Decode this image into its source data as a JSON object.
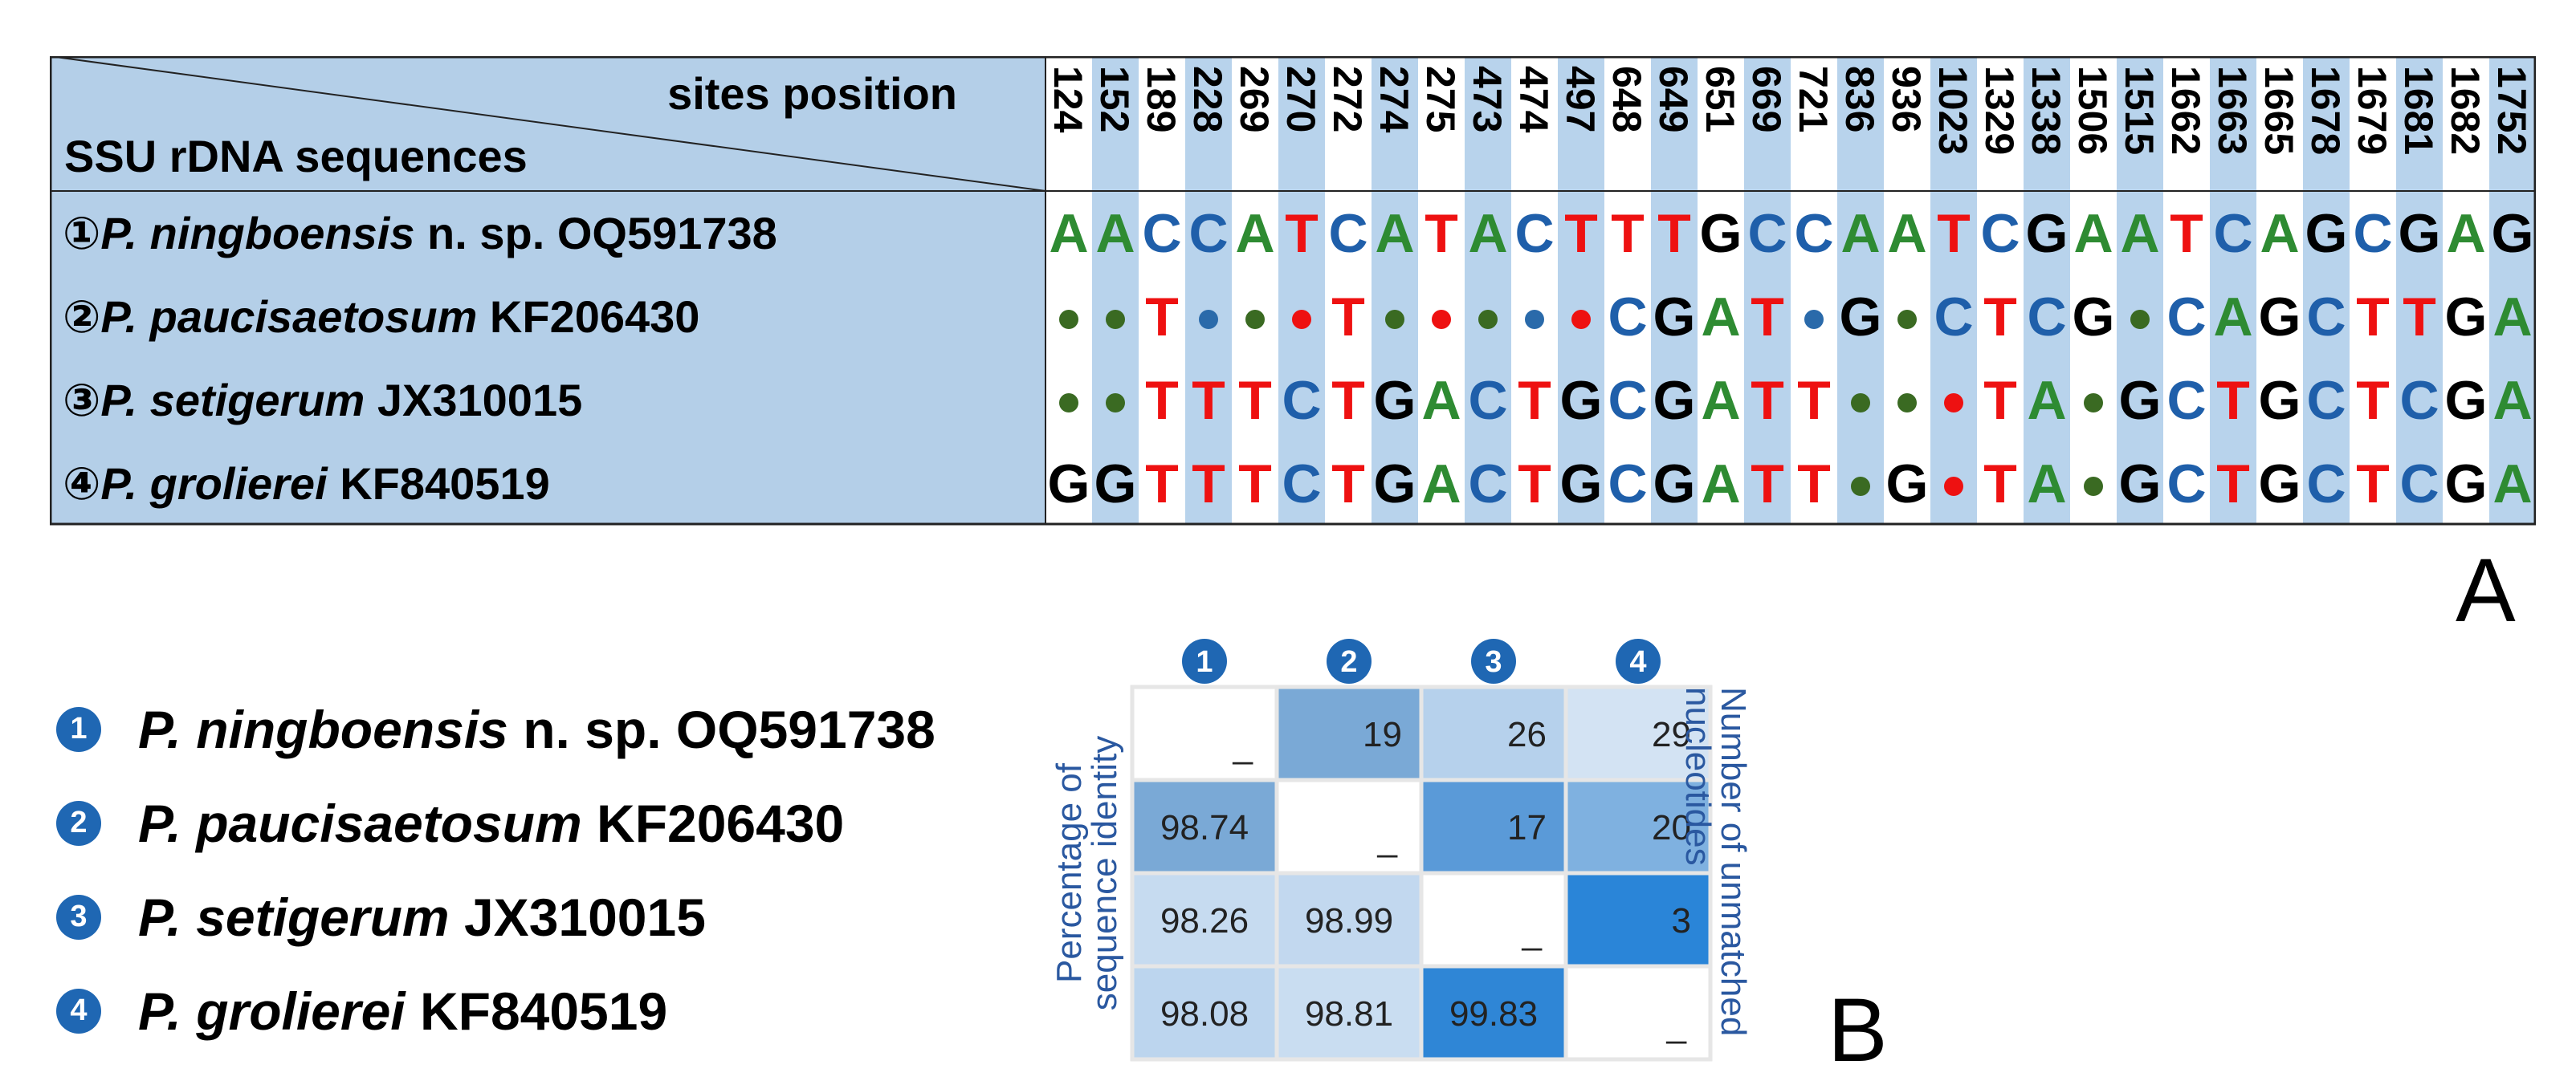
{
  "panel_a": {
    "letter": "A",
    "header_top": "sites position",
    "header_bottom": "SSU rDNA sequences",
    "positions": [
      "124",
      "152",
      "189",
      "228",
      "269",
      "270",
      "272",
      "274",
      "275",
      "473",
      "474",
      "497",
      "648",
      "649",
      "651",
      "669",
      "721",
      "836",
      "936",
      "1023",
      "1329",
      "1338",
      "1506",
      "1515",
      "1662",
      "1663",
      "1665",
      "1678",
      "1679",
      "1681",
      "1682",
      "1752"
    ],
    "rows": [
      {
        "num": "①",
        "species": "P. ningboensis",
        "suffix": " n. sp. OQ591738",
        "cells": [
          "A",
          "A",
          "C",
          "C",
          "A",
          "T",
          "C",
          "A",
          "T",
          "A",
          "C",
          "T",
          "T",
          "T",
          "G",
          "C",
          "C",
          "A",
          "A",
          "T",
          "C",
          "G",
          "A",
          "A",
          "T",
          "C",
          "A",
          "G",
          "C",
          "G",
          "A",
          "G"
        ]
      },
      {
        "num": "②",
        "species": "P. paucisaetosum",
        "suffix": "  KF206430",
        "cells": [
          "•g",
          "•g",
          "T",
          "•b",
          "•g",
          "•r",
          "T",
          "•g",
          "•r",
          "•g",
          "•b",
          "•r",
          "C",
          "G",
          "A",
          "T",
          "•b",
          "G",
          "•g",
          "C",
          "T",
          "C",
          "G",
          "•g",
          "C",
          "A",
          "G",
          "C",
          "T",
          "T",
          "G",
          "A"
        ]
      },
      {
        "num": "③",
        "species": "P. setigerum",
        "suffix": "  JX310015",
        "cells": [
          "•g",
          "•g",
          "T",
          "T",
          "T",
          "C",
          "T",
          "G",
          "A",
          "C",
          "T",
          "G",
          "C",
          "G",
          "A",
          "T",
          "T",
          "•g",
          "•g",
          "•r",
          "T",
          "A",
          "•g",
          "G",
          "C",
          "T",
          "G",
          "C",
          "T",
          "C",
          "G",
          "A"
        ]
      },
      {
        "num": "④",
        "species": "P. grolierei",
        "suffix": " KF840519",
        "cells": [
          "G",
          "G",
          "T",
          "T",
          "T",
          "C",
          "T",
          "G",
          "A",
          "C",
          "T",
          "G",
          "C",
          "G",
          "A",
          "T",
          "T",
          "•g",
          "G",
          "•r",
          "T",
          "A",
          "•g",
          "G",
          "C",
          "T",
          "G",
          "C",
          "T",
          "C",
          "G",
          "A"
        ]
      }
    ],
    "colors": {
      "A": "#2e8b32",
      "C": "#1f5faa",
      "G": "#000000",
      "T": "#ee1111",
      "dot_g": "#3a6a22",
      "dot_b": "#2a6aaa",
      "dot_r": "#ee1111",
      "header_bg": "#b4cfe8",
      "stripe": "#b8d3ec"
    }
  },
  "panel_b": {
    "letter": "B",
    "legend": [
      {
        "num": "1",
        "species": "P. ningboensis",
        "suffix": " n. sp. OQ591738"
      },
      {
        "num": "2",
        "species": "P. paucisaetosum",
        "suffix": "  KF206430"
      },
      {
        "num": "3",
        "species": "P. setigerum",
        "suffix": "  JX310015"
      },
      {
        "num": "4",
        "species": "P. grolierei",
        "suffix": "  KF840519"
      }
    ],
    "col_labels": [
      "1",
      "2",
      "3",
      "4"
    ],
    "left_label_line1": "Percentage of",
    "left_label_line2": "sequence identity",
    "right_label_line1": "Number of unmatched",
    "right_label_line2": "nucleotides",
    "matrix": [
      [
        "_",
        "19",
        "26",
        "29"
      ],
      [
        "98.74",
        "_",
        "17",
        "20"
      ],
      [
        "98.26",
        "98.99",
        "_",
        "3"
      ],
      [
        "98.08",
        "98.81",
        "99.83",
        "_"
      ]
    ],
    "matrix_colors": [
      [
        "#ffffff",
        "#7aa9d6",
        "#b6d1ec",
        "#d3e3f3"
      ],
      [
        "#7aa9d6",
        "#ffffff",
        "#5a9ad8",
        "#7fb1e0"
      ],
      [
        "#c6dbf0",
        "#c2d8ef",
        "#ffffff",
        "#2a85d8"
      ],
      [
        "#bcd5ee",
        "#c9ddf1",
        "#2f86d6",
        "#ffffff"
      ]
    ],
    "label_color": "#2a58a0",
    "badge_color": "#1f67b3"
  }
}
